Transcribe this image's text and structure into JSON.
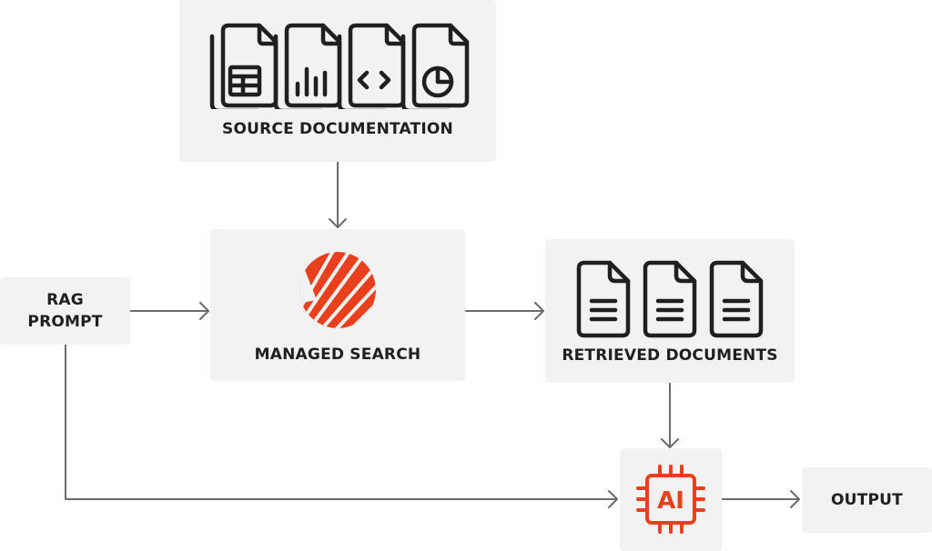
{
  "nodes": {
    "source_documentation": {
      "label": "SOURCE DOCUMENTATION",
      "icons": [
        "spreadsheet-document-icon",
        "bar-chart-document-icon",
        "code-document-icon",
        "pie-chart-document-icon"
      ]
    },
    "managed_search": {
      "label": "MANAGED SEARCH",
      "icon": "managed-search-logo"
    },
    "retrieved_documents": {
      "label": "RETRIEVED DOCUMENTS",
      "icons": [
        "text-document-icon",
        "text-document-icon",
        "text-document-icon"
      ]
    },
    "rag_prompt": {
      "line1": "RAG",
      "line2": "PROMPT"
    },
    "ai": {
      "chip_text": "AI",
      "icon": "ai-chip-icon"
    },
    "output": {
      "label": "OUTPUT"
    }
  },
  "edges": [
    {
      "from": "source_documentation",
      "to": "managed_search"
    },
    {
      "from": "rag_prompt",
      "to": "managed_search"
    },
    {
      "from": "managed_search",
      "to": "retrieved_documents"
    },
    {
      "from": "retrieved_documents",
      "to": "ai"
    },
    {
      "from": "rag_prompt",
      "to": "ai"
    },
    {
      "from": "ai",
      "to": "output"
    }
  ],
  "colors": {
    "box_fill": "#f2f2f2",
    "icon_stroke": "#1f1f1f",
    "accent": "#e8401c",
    "connector": "#6b6b6b"
  }
}
